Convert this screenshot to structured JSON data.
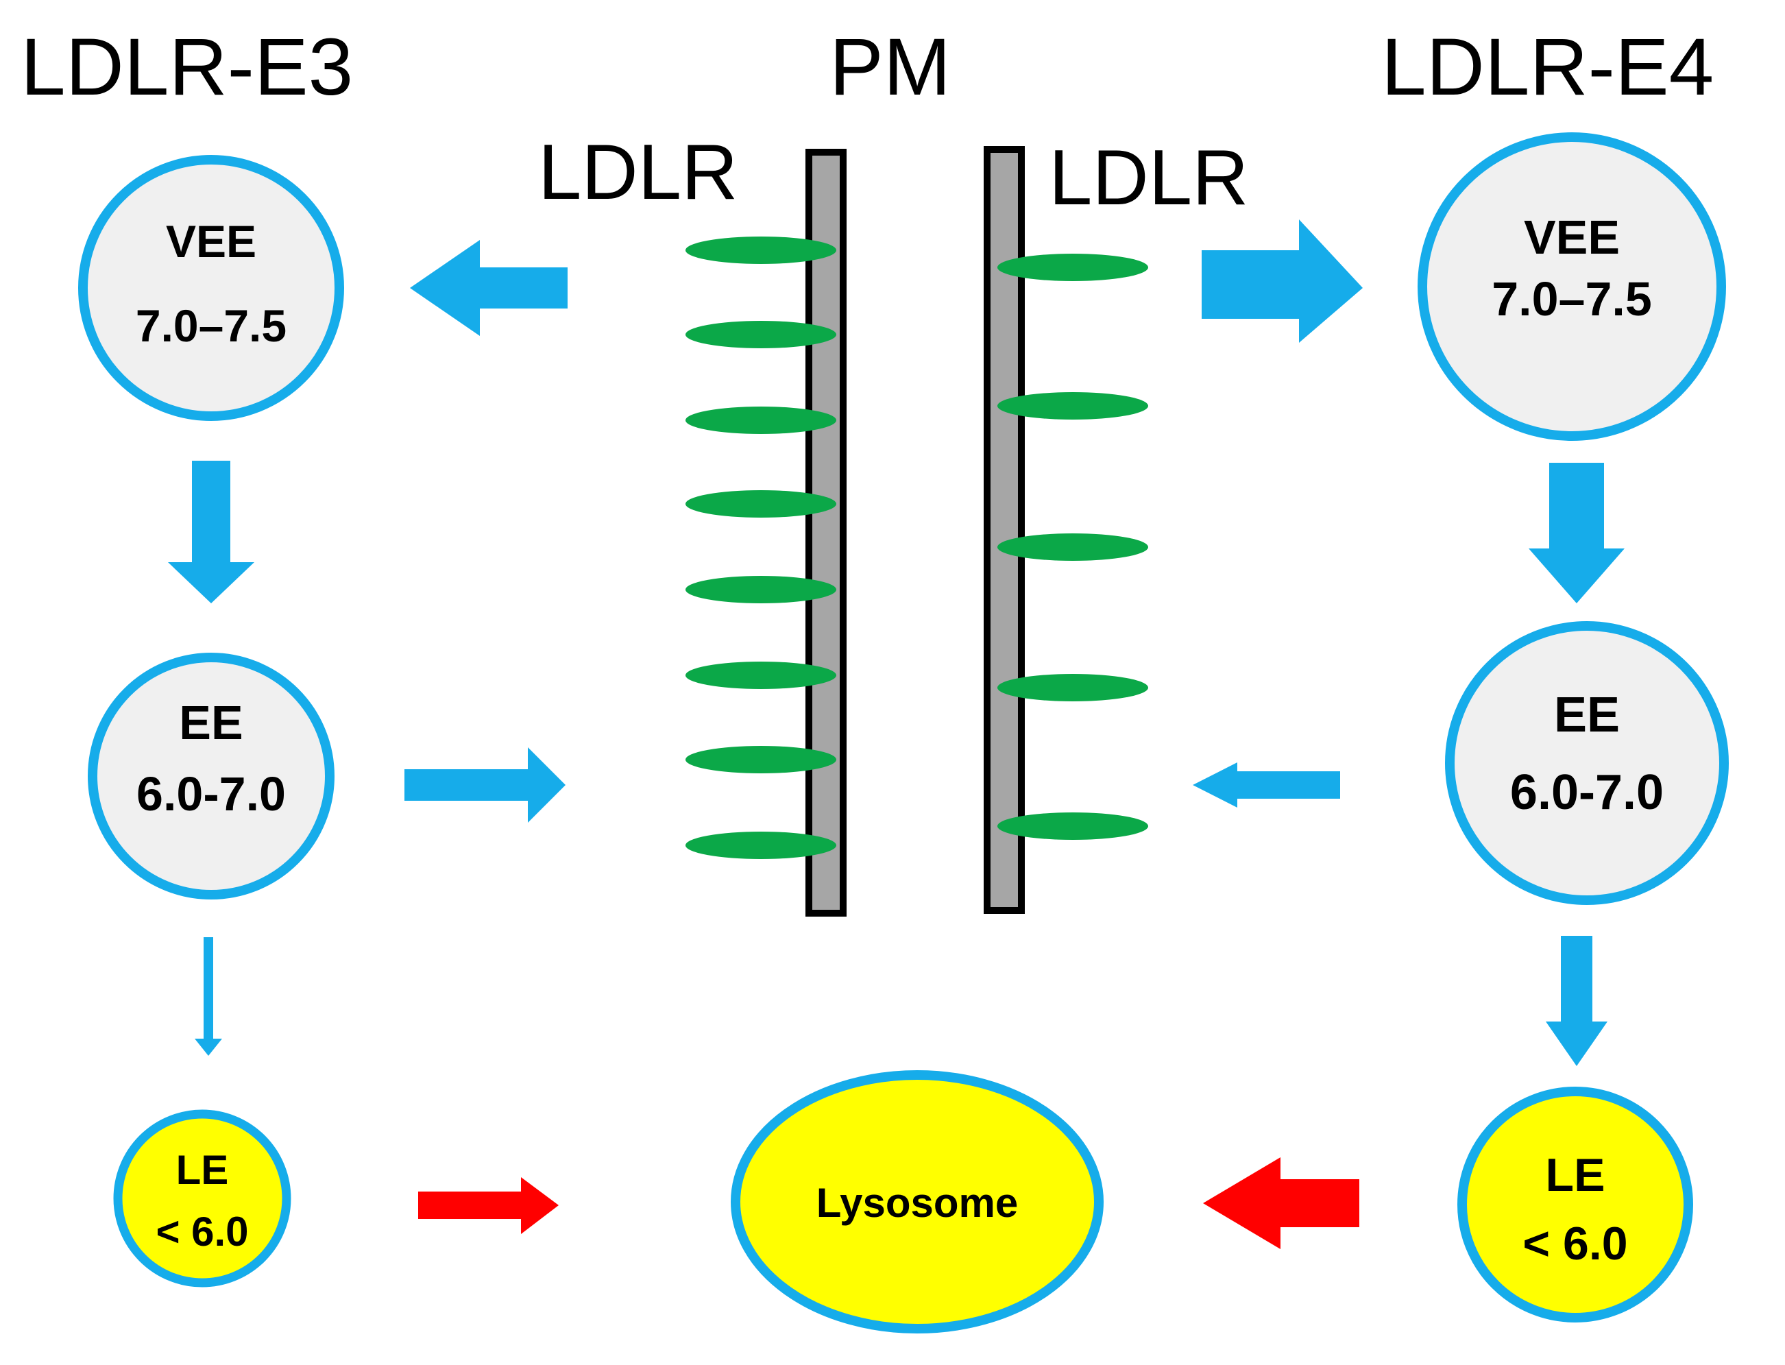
{
  "titles": {
    "left": "LDLR-E3",
    "center": "PM",
    "right": "LDLR-E4"
  },
  "membrane_labels": {
    "left": "LDLR",
    "right": "LDLR"
  },
  "left_path": {
    "vee": {
      "name": "VEE",
      "ph": "7.0–7.5"
    },
    "ee": {
      "name": "EE",
      "ph": "6.0-7.0"
    },
    "le": {
      "name": "LE",
      "ph": "< 6.0"
    }
  },
  "right_path": {
    "vee": {
      "name": "VEE",
      "ph": "7.0–7.5"
    },
    "ee": {
      "name": "EE",
      "ph": "6.0-7.0"
    },
    "le": {
      "name": "LE",
      "ph": "< 6.0"
    }
  },
  "lysosome": {
    "label": "Lysosome"
  },
  "receptor_counts": {
    "left_membrane": 8,
    "right_membrane": 5
  },
  "colors": {
    "arrow_blue": "#16ACEA",
    "arrow_red": "#FF0000",
    "receptor_green": "#0BA848",
    "compartment_fill": "#F0F0F0",
    "acidic_fill": "#FFFF00",
    "outline_blue": "#16ACEA",
    "membrane_fill": "#A6A6A6"
  }
}
